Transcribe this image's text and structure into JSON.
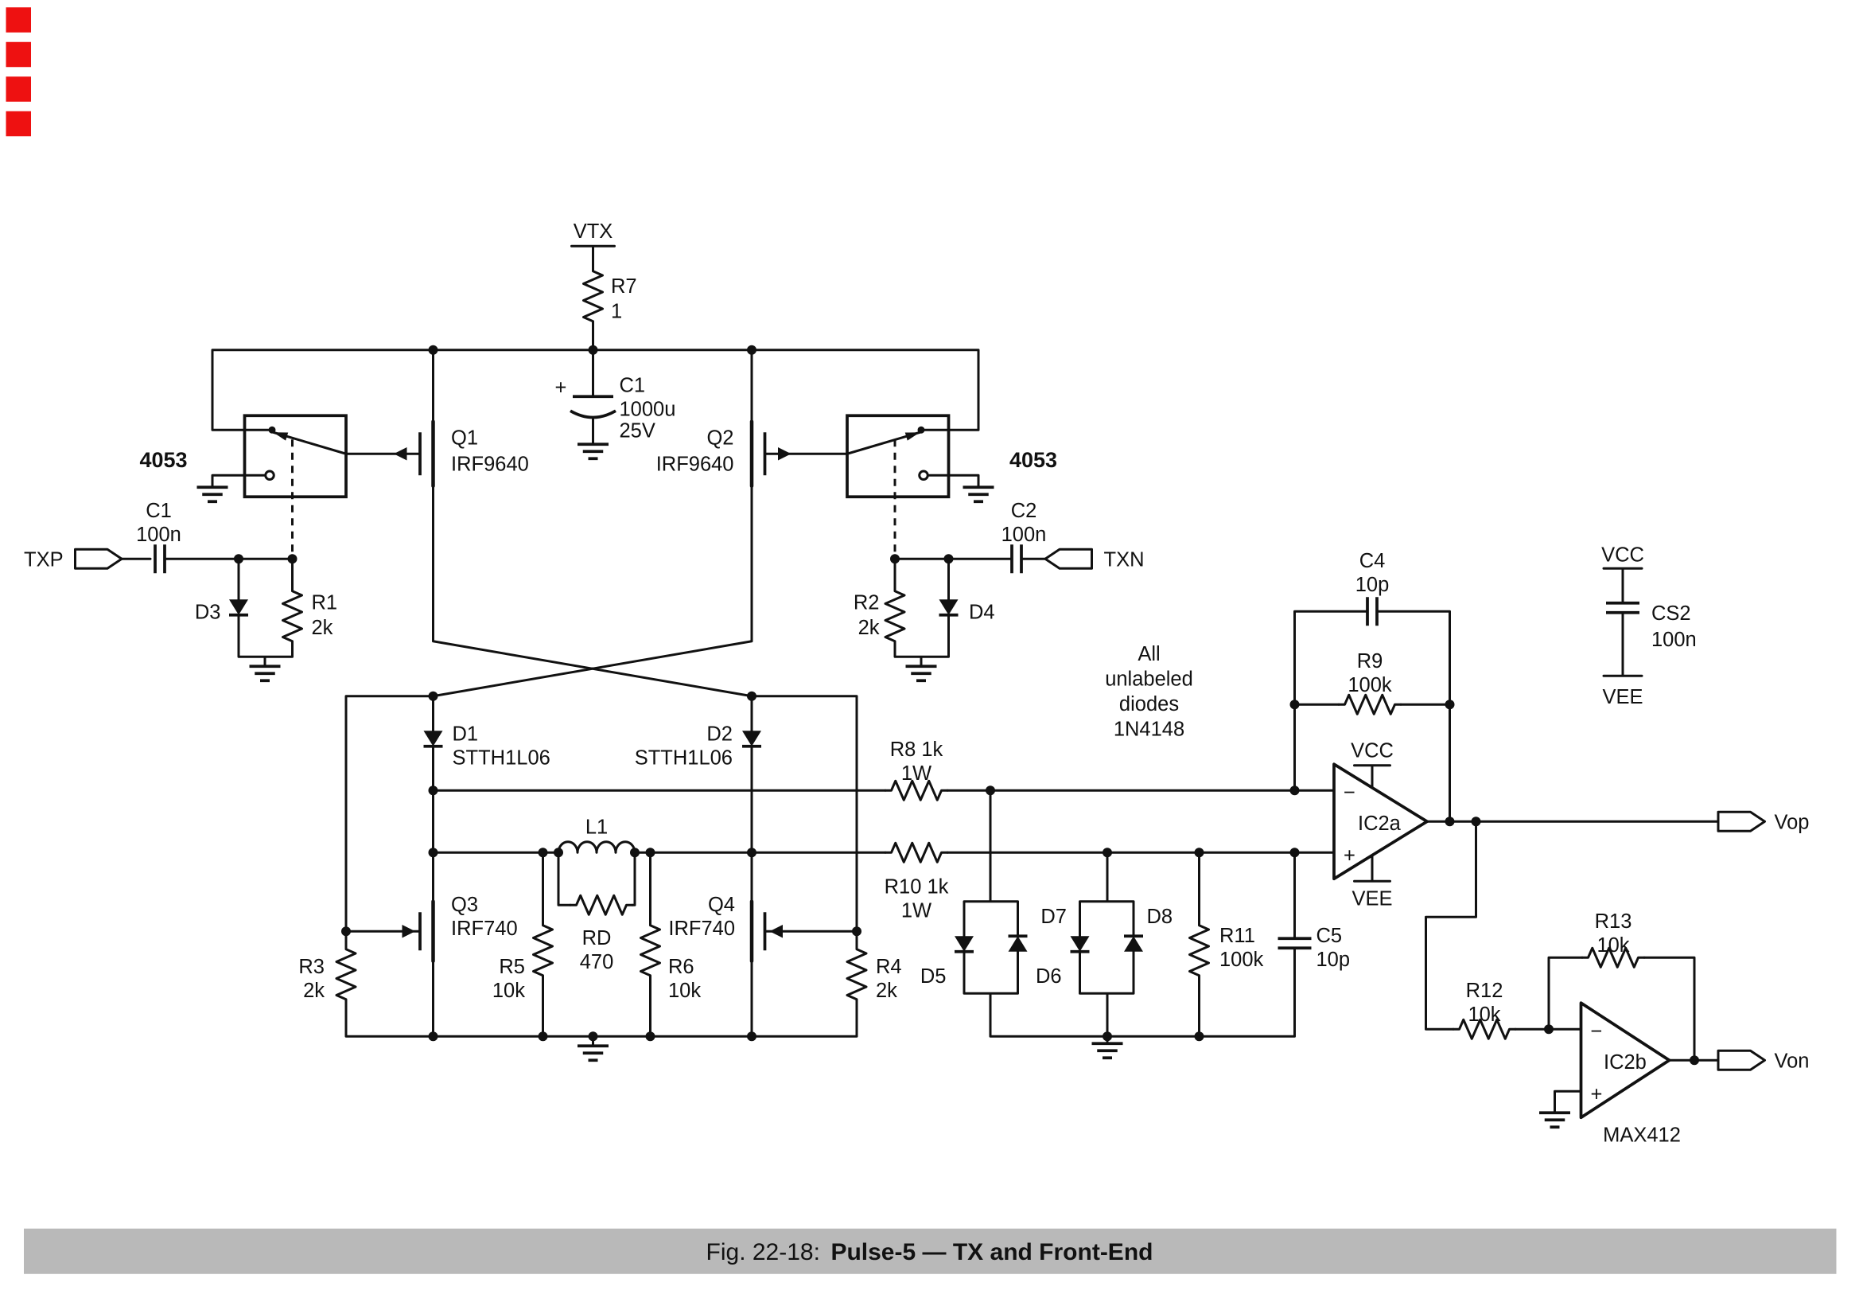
{
  "page": {
    "colors": {
      "marker_red": "#ee1111",
      "caption_bg": "#b9b9b9",
      "ink": "#111111",
      "paper": "#ffffff"
    },
    "red_marker_count": 4
  },
  "caption": {
    "prefix": "Fig. 22-18:",
    "title": "Pulse-5 — TX and Front-End"
  },
  "power": {
    "vtx": "VTX",
    "vcc_ic2a": "VCC",
    "vee_ic2a": "VEE",
    "vcc_rail": "VCC",
    "vee_rail": "VEE"
  },
  "ports": {
    "txp": "TXP",
    "txn": "TXN",
    "vop": "Vop",
    "von": "Von"
  },
  "ics": {
    "mux_left": "4053",
    "mux_right": "4053",
    "ic2a": {
      "name": "IC2a",
      "minus": "−",
      "plus": "+"
    },
    "ic2b": {
      "name": "IC2b",
      "minus": "−",
      "plus": "+",
      "part": "MAX412"
    }
  },
  "note": {
    "lines": [
      "All",
      "unlabeled",
      "diodes",
      "1N4148"
    ]
  },
  "components": {
    "r7": {
      "ref": "R7",
      "val": "1"
    },
    "c1_bulk": {
      "ref": "C1",
      "val": "1000u",
      "val2": "25V",
      "plus": "+"
    },
    "q1": {
      "ref": "Q1",
      "part": "IRF9640"
    },
    "q2": {
      "ref": "Q2",
      "part": "IRF9640"
    },
    "c1": {
      "ref": "C1",
      "val": "100n"
    },
    "c2": {
      "ref": "C2",
      "val": "100n"
    },
    "d3": {
      "ref": "D3"
    },
    "d4": {
      "ref": "D4"
    },
    "r1": {
      "ref": "R1",
      "val": "2k"
    },
    "r2": {
      "ref": "R2",
      "val": "2k"
    },
    "d1": {
      "ref": "D1",
      "part": "STTH1L06"
    },
    "d2": {
      "ref": "D2",
      "part": "STTH1L06"
    },
    "r8": {
      "ref": "R8 1k",
      "val": "1W"
    },
    "r10": {
      "ref": "R10 1k",
      "val": "1W"
    },
    "l1": {
      "ref": "L1"
    },
    "rd": {
      "ref": "RD",
      "val": "470"
    },
    "q3": {
      "ref": "Q3",
      "part": "IRF740"
    },
    "q4": {
      "ref": "Q4",
      "part": "IRF740"
    },
    "r3": {
      "ref": "R3",
      "val": "2k"
    },
    "r4": {
      "ref": "R4",
      "val": "2k"
    },
    "r5": {
      "ref": "R5",
      "val": "10k"
    },
    "r6": {
      "ref": "R6",
      "val": "10k"
    },
    "d5": {
      "ref": "D5"
    },
    "d6": {
      "ref": "D6"
    },
    "d7": {
      "ref": "D7"
    },
    "d8": {
      "ref": "D8"
    },
    "r11": {
      "ref": "R11",
      "val": "100k"
    },
    "c5": {
      "ref": "C5",
      "val": "10p"
    },
    "c4": {
      "ref": "C4",
      "val": "10p"
    },
    "r9": {
      "ref": "R9",
      "val": "100k"
    },
    "r12": {
      "ref": "R12",
      "val": "10k"
    },
    "r13": {
      "ref": "R13",
      "val": "10k"
    },
    "cs2": {
      "ref": "CS2",
      "val": "100n"
    }
  }
}
